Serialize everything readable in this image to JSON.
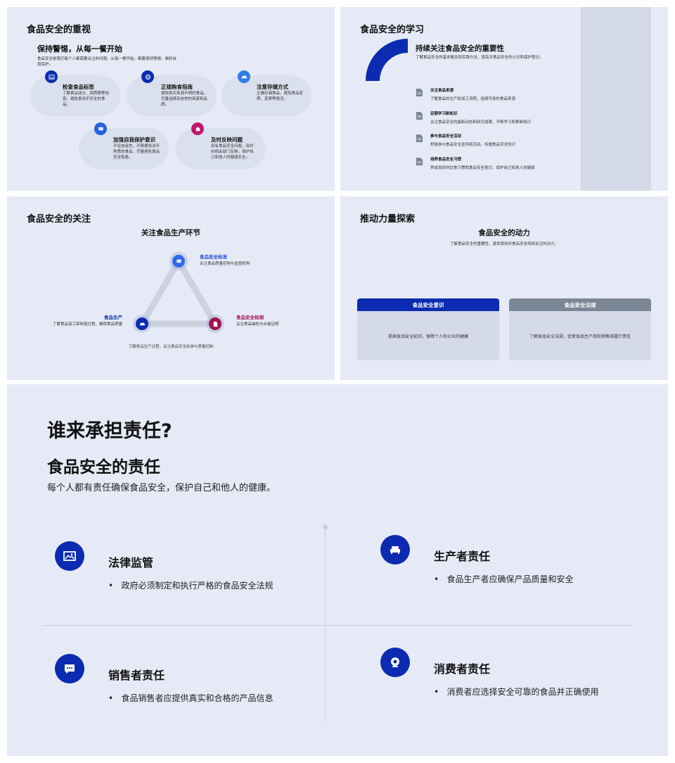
{
  "colors": {
    "accent": "#0b2bb0",
    "gray": "#7b8696",
    "magenta": "#c0166e",
    "slide_bg": "#e6eaf6"
  },
  "slide1": {
    "title": "食品安全的重视",
    "subtitle": "保持警惕，从每一餐开始",
    "desc": "食品安全是我们每个人都需要关注的问题。从每一餐开始，都要保持警惕，做好自我保护。",
    "items": [
      {
        "icon": "image-icon",
        "title": "检查食品标签",
        "text": "了解食品成分、保质期等信息，避免食用不安全的食品。"
      },
      {
        "icon": "settings-icon",
        "title": "正规购食指南",
        "text": "避免购买来源不明的食品，尽量选择有信誉的商家和品牌。"
      },
      {
        "icon": "sofa-icon",
        "title": "注意存储方式",
        "text": "正确存储食品，避免食品变质、变质等情况。"
      },
      {
        "icon": "chat-icon",
        "title": "加强自我保护意识",
        "text": "不轻信谣言，不随便尝试不熟悉的食品，尽量避免食品安全隐患。"
      },
      {
        "icon": "puzzle-icon",
        "title": "及时反映问题",
        "text": "如有食品安全问题，及时向相关部门反映，保护自己和他人的健康安全。"
      }
    ]
  },
  "slide2": {
    "title": "食品安全的学习",
    "heading": "持续关注食品安全的重要性",
    "desc": "了解食品安全的基本概念和实践方法，提高对食品安全的认识和保护意识。",
    "items": [
      {
        "title": "关注食品来源",
        "text": "了解食品的生产和加工流程，选择可靠的食品来源"
      },
      {
        "title": "定期学习新知识",
        "text": "关注食品安全的最新动态和研究成果，不断学习和更新知识"
      },
      {
        "title": "参与食品安全活动",
        "text": "积极参与食品安全宣传和活动，传播食品安全知识"
      },
      {
        "title": "培养食品安全习惯",
        "text": "养成良好的饮食习惯和食品安全意识，保护自己和他人的健康"
      }
    ]
  },
  "slide3": {
    "title": "食品安全的关注",
    "heading": "关注食品生产环节",
    "nodes": [
      {
        "label": "食品安全标准",
        "text": "关注食品质量控制与监督机构"
      },
      {
        "label": "食品生产",
        "text": "了解食品加工和制造过程，确保食品质量"
      },
      {
        "label": "食品安全检测",
        "text": "关注食品抽检与合格证明"
      }
    ],
    "caption": "了解食品生产过程，关注食品安全标准与质量控制"
  },
  "slide4": {
    "title": "推动力量探索",
    "heading": "食品安全的动力",
    "desc": "了解食品安全的重要性，激发保持对食品安全持续关注的动力。",
    "cards": [
      {
        "title": "食品安全意识",
        "text": "提高食品安全知识，保障个人和公众的健康"
      },
      {
        "title": "食品安全法规",
        "text": "了解食品安全法规，促使食品生产商和销售商履行责任"
      }
    ]
  },
  "slide5": {
    "title": "谁来承担责任?",
    "subtitle": "食品安全的责任",
    "desc": "每个人都有责任确保食品安全，保护自己和他人的健康。",
    "quadrants": [
      {
        "icon": "image-icon",
        "title": "法律监管",
        "text": "政府必须制定和执行严格的食品安全法规"
      },
      {
        "icon": "sofa-icon",
        "title": "生产者责任",
        "text": "食品生产者应确保产品质量和安全"
      },
      {
        "icon": "chat-icon",
        "title": "销售者责任",
        "text": "食品销售者应提供真实和合格的产品信息"
      },
      {
        "icon": "webcam-icon",
        "title": "消费者责任",
        "text": "消费者应选择安全可靠的食品并正确使用"
      }
    ]
  }
}
